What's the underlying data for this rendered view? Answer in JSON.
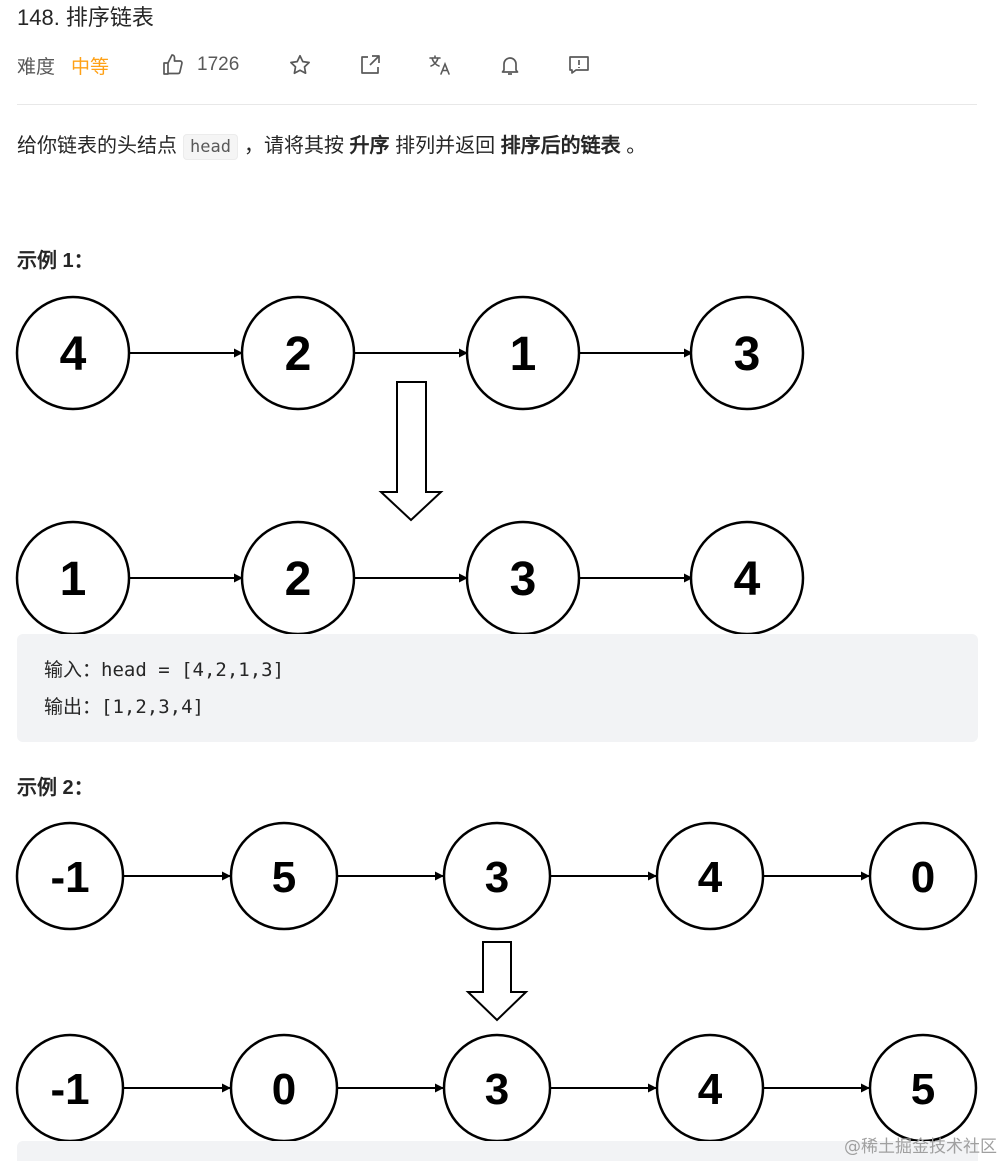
{
  "problem": {
    "title": "148. 排序链表",
    "difficulty_label": "难度",
    "difficulty": "中等",
    "likes": "1726"
  },
  "description": {
    "p1": "给你链表的头结点",
    "code": "head",
    "p2": "，请将其按",
    "b1": "升序",
    "p3": "排列并返回",
    "b2": "排序后的链表",
    "p4": "。"
  },
  "example1": {
    "title": "示例 1：",
    "before": [
      "4",
      "2",
      "1",
      "3"
    ],
    "after": [
      "1",
      "2",
      "3",
      "4"
    ],
    "input": "输入：head = [4,2,1,3]",
    "output": "输出：[1,2,3,4]"
  },
  "example2": {
    "title": "示例 2：",
    "before": [
      "-1",
      "5",
      "3",
      "4",
      "0"
    ],
    "after": [
      "-1",
      "0",
      "3",
      "4",
      "5"
    ]
  },
  "watermark": "@稀土掘金技术社区",
  "icons": [
    "thumbs-up-icon",
    "star-icon",
    "share-icon",
    "translate-icon",
    "bell-icon",
    "feedback-icon"
  ]
}
